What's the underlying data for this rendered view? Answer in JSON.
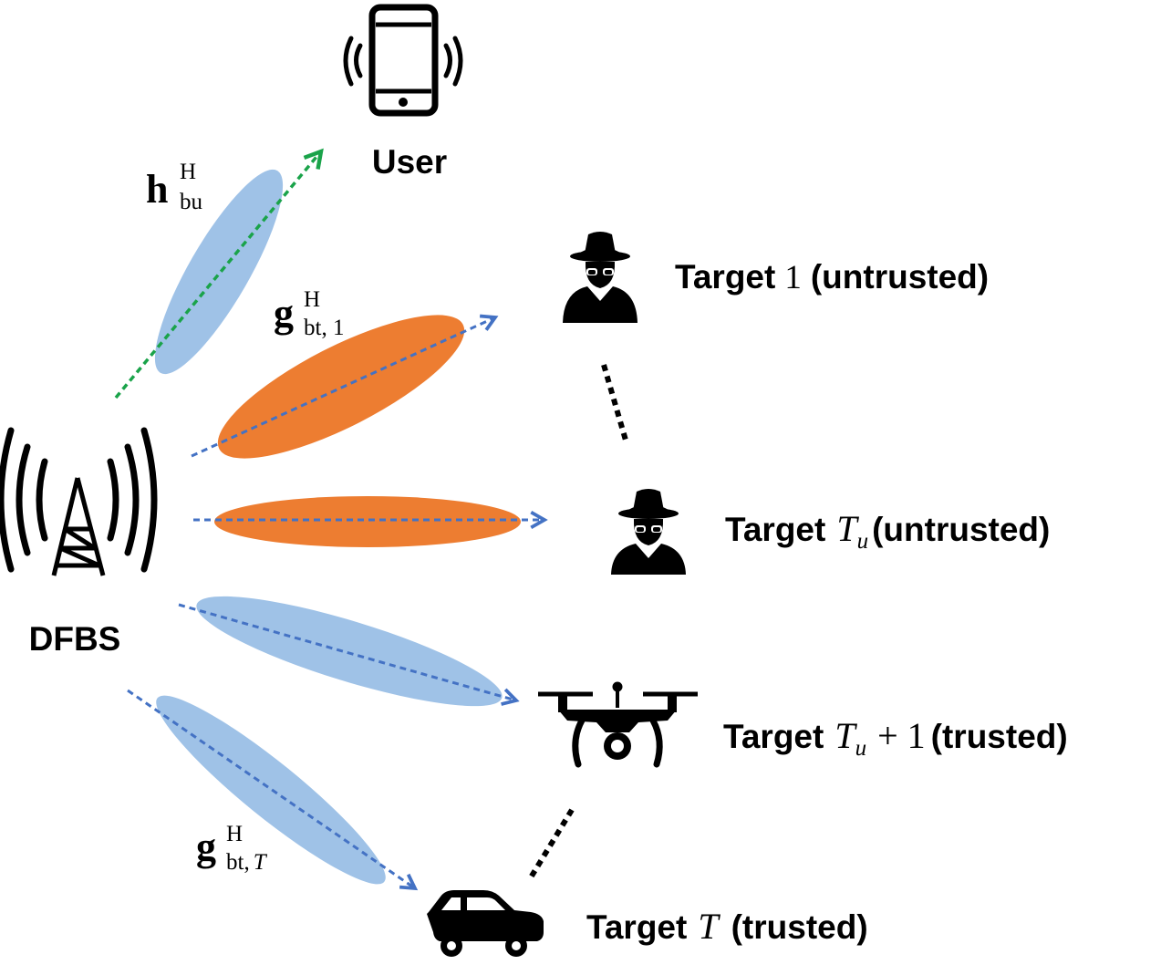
{
  "nodes": {
    "user": {
      "label": "User",
      "icon": "smartphone-icon"
    },
    "dfbs": {
      "label": "DFBS",
      "icon": "base-station-tower-icon"
    },
    "target_1": {
      "icon": "spy-icon",
      "prefix": "Target",
      "math": "1",
      "suffix": "(untrusted)"
    },
    "target_tu": {
      "icon": "spy-icon",
      "prefix": "Target",
      "math_base": "T",
      "math_sub": "u",
      "suffix": "(untrusted)"
    },
    "target_tu1": {
      "icon": "drone-icon",
      "prefix": "Target",
      "math_base": "T",
      "math_sub": "u",
      "math_tail": "+ 1",
      "suffix": "(trusted)"
    },
    "target_t": {
      "icon": "car-icon",
      "prefix": "Target",
      "math_base": "T",
      "suffix": "(trusted)"
    }
  },
  "channels": {
    "h_bu": {
      "symbol": "h",
      "sup": "H",
      "sub": "bu"
    },
    "g_bt1": {
      "symbol": "g",
      "sup": "H",
      "sub": "bt, 1"
    },
    "g_btT": {
      "symbol": "g",
      "sup": "H",
      "sub_text": "bt,",
      "sub_math": "T"
    }
  },
  "colors": {
    "beam_blue": "#9fc2e7",
    "beam_orange": "#ed7d31",
    "arrow_green": "#1aa34a",
    "arrow_blue": "#4472c4",
    "dots": "#000000"
  }
}
